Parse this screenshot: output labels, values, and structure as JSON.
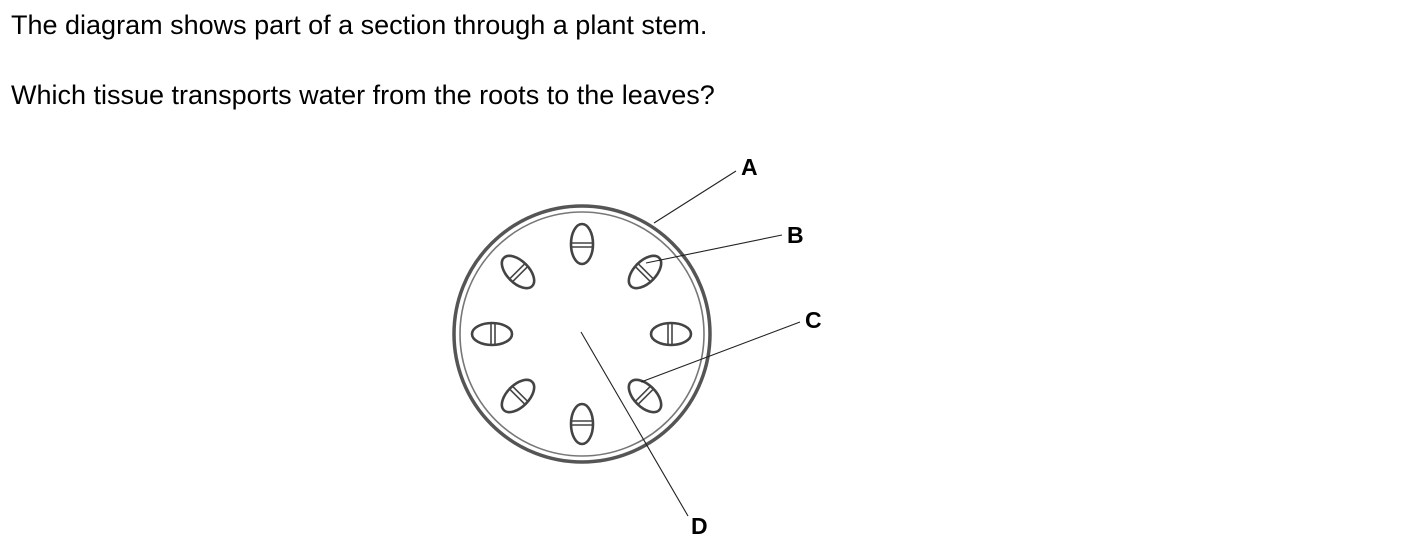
{
  "question": {
    "intro": "The diagram shows part of a section through a plant stem.",
    "prompt": "Which tissue transports water from the roots to the leaves?"
  },
  "diagram": {
    "labels": {
      "a": "A",
      "b": "B",
      "c": "C",
      "d": "D"
    }
  }
}
